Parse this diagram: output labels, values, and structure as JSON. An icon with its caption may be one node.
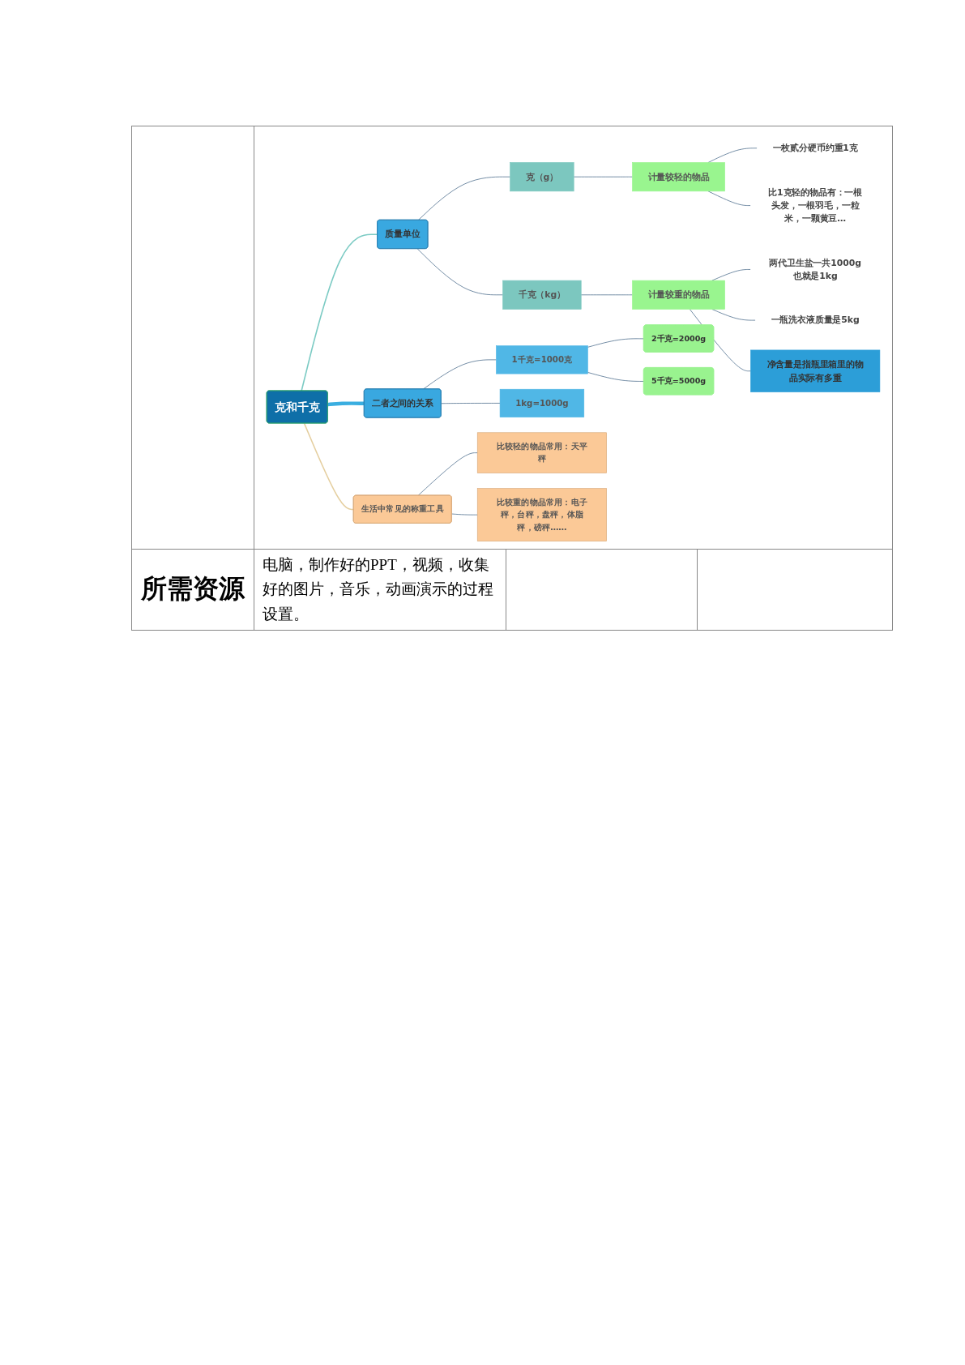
{
  "diagram": {
    "nodes": [
      {
        "text": [
          "克和千克"
        ]
      },
      {
        "text": [
          "质量单位"
        ]
      },
      {
        "text": [
          "克（g）"
        ]
      },
      {
        "text": [
          "计量较轻的物品"
        ]
      },
      {
        "text": [
          "一枚贰分硬币约重1克"
        ]
      },
      {
        "text": [
          "比1克轻的物品有：一根头发，一根羽毛，一粒米，一颗黄豆…"
        ]
      },
      {
        "text": [
          "千克（kg）"
        ]
      },
      {
        "text": [
          "计量较重的物品"
        ]
      },
      {
        "text": [
          "两代卫生盐一共1000g也就是1kg"
        ]
      },
      {
        "text": [
          "一瓶洗衣液质量是5kg"
        ]
      },
      {
        "text": [
          "净含量是指瓶里箱里的物品实际有多重"
        ]
      },
      {
        "text": [
          "二者之间的关系"
        ]
      },
      {
        "text": [
          "1千克=1000克"
        ]
      },
      {
        "text": [
          "2千克=2000g"
        ]
      },
      {
        "text": [
          "5千克=5000g"
        ]
      },
      {
        "text": [
          "1kg=1000g"
        ]
      },
      {
        "text": [
          "生活中常见的称重工具"
        ]
      },
      {
        "text": [
          "比较轻的物品常用：天平秤"
        ]
      },
      {
        "text": [
          "比较重的物品常用：电子秤，台秤，盘秤，体脂秤，磅秤……"
        ]
      }
    ],
    "edges": [
      {
        "from": 0,
        "to": 1,
        "arrow": "none",
        "color": "#7ccbc4"
      },
      {
        "from": 1,
        "to": 2,
        "arrow": "none"
      },
      {
        "from": 2,
        "to": 3,
        "arrow": "none"
      },
      {
        "from": 3,
        "to": 4,
        "arrow": "none"
      },
      {
        "from": 3,
        "to": 5,
        "arrow": "none"
      },
      {
        "from": 1,
        "to": 6,
        "arrow": "none"
      },
      {
        "from": 6,
        "to": 7,
        "arrow": "none"
      },
      {
        "from": 7,
        "to": 8,
        "arrow": "none"
      },
      {
        "from": 7,
        "to": 9,
        "arrow": "none"
      },
      {
        "from": 7,
        "to": 10,
        "arrow": "none"
      },
      {
        "from": 0,
        "to": 11,
        "arrow": "none",
        "style": "thick",
        "color": "#3aaee0"
      },
      {
        "from": 11,
        "to": 12,
        "arrow": "none"
      },
      {
        "from": 12,
        "to": 13,
        "arrow": "none"
      },
      {
        "from": 12,
        "to": 14,
        "arrow": "none"
      },
      {
        "from": 11,
        "to": 15,
        "arrow": "none"
      },
      {
        "from": 0,
        "to": 16,
        "arrow": "none",
        "color": "#e5cfa0"
      },
      {
        "from": 16,
        "to": 17,
        "arrow": "none"
      },
      {
        "from": 16,
        "to": 18,
        "arrow": "none"
      }
    ],
    "labels": [
      "所需资源",
      "电脑，制作好的PPT，视频，收集好的图片，音乐，动画演示的过程设置。"
    ]
  }
}
